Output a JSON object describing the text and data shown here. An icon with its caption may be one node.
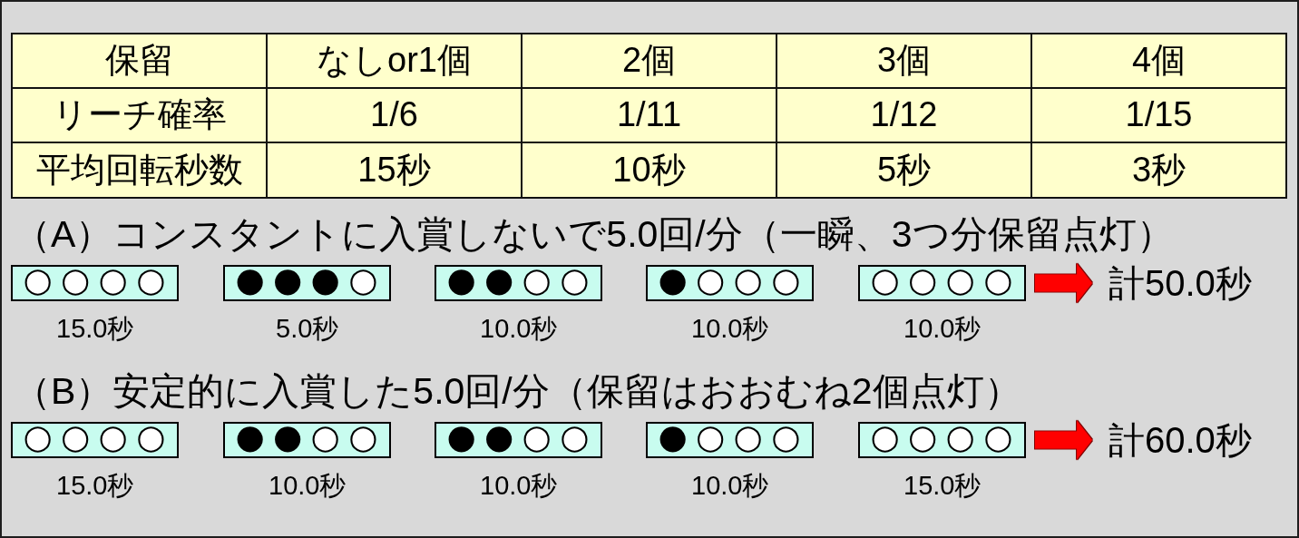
{
  "diagram": {
    "nodes": [
      {
        "text": [
          "○○○○"
        ],
        "beside": [
          "15.0秒"
        ]
      },
      {
        "text": [
          "●●●○"
        ],
        "beside": [
          "5.0秒"
        ]
      },
      {
        "text": [
          "●●○○"
        ],
        "beside": [
          "10.0秒"
        ]
      },
      {
        "text": [
          "●○○○"
        ],
        "beside": [
          "10.0秒"
        ]
      },
      {
        "text": [
          "○○○○"
        ],
        "beside": [
          "10.0秒"
        ]
      },
      {
        "text": [
          "計50.0秒"
        ]
      },
      {
        "text": [
          "○○○○"
        ],
        "beside": [
          "15.0秒"
        ]
      },
      {
        "text": [
          "●●○○"
        ],
        "beside": [
          "10.0秒"
        ]
      },
      {
        "text": [
          "●●○○"
        ],
        "beside": [
          "10.0秒"
        ]
      },
      {
        "text": [
          "●○○○"
        ],
        "beside": [
          "10.0秒"
        ]
      },
      {
        "text": [
          "○○○○"
        ],
        "beside": [
          "15.0秒"
        ]
      },
      {
        "text": [
          "計60.0秒"
        ]
      }
    ],
    "edges": [
      {
        "from": 4,
        "to": 5,
        "arrow": "to",
        "color": "#ff0000"
      },
      {
        "from": 10,
        "to": 11,
        "arrow": "to",
        "color": "#ff0000"
      }
    ],
    "labels": [
      "保留",
      "なしor1個",
      "2個",
      "3個",
      "4個",
      "リーチ確率",
      "1/6",
      "1/11",
      "1/12",
      "1/15",
      "平均回転秒数",
      "15秒",
      "10秒",
      "5秒",
      "3秒",
      "（A）コンスタントに入賞しないで5.0回/分（一瞬、3つ分保留点灯）",
      "（B）安定的に入賞した5.0回/分（保留はおおむね2個点灯）"
    ]
  }
}
